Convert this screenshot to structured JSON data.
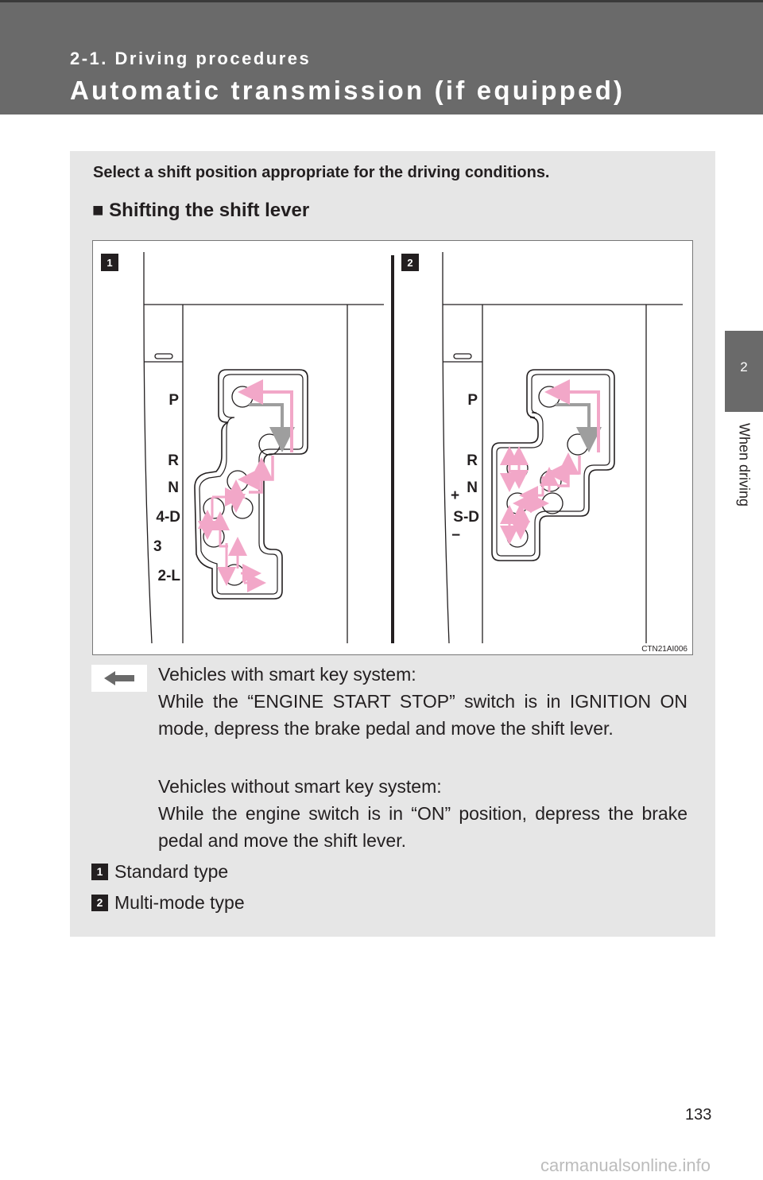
{
  "header": {
    "section": "2-1. Driving procedures",
    "title": "Automatic transmission (if equipped)"
  },
  "side_tab": {
    "number": "2",
    "label": "When driving"
  },
  "intro": "Select a shift position appropriate for the driving conditions.",
  "subheading": "■ Shifting the shift lever",
  "figure": {
    "panel1_number": "1",
    "panel2_number": "2",
    "panel1_positions": [
      "P",
      "R",
      "N",
      "4-D",
      "3",
      "2-L"
    ],
    "panel2_positions": [
      "P",
      "R",
      "N",
      "S-D"
    ],
    "panel2_plus": "+",
    "panel2_minus": "−",
    "code": "CTN21AI006",
    "colors": {
      "arrow_pink": "#f2a7c8",
      "arrow_gray": "#9e9e9e"
    }
  },
  "instructions": {
    "smart_key_heading": "Vehicles with smart key system:",
    "smart_key_text": "While the “ENGINE START STOP” switch is in IGNITION ON mode, depress the brake pedal and move the shift lever.",
    "no_smart_key_heading": "Vehicles without smart key system:",
    "no_smart_key_text": "While the engine switch is in “ON” position, depress the brake pedal and move the shift lever."
  },
  "legend": [
    {
      "number": "1",
      "label": "Standard type"
    },
    {
      "number": "2",
      "label": "Multi-mode type"
    }
  ],
  "page_number": "133",
  "watermark": "carmanualsonline.info"
}
